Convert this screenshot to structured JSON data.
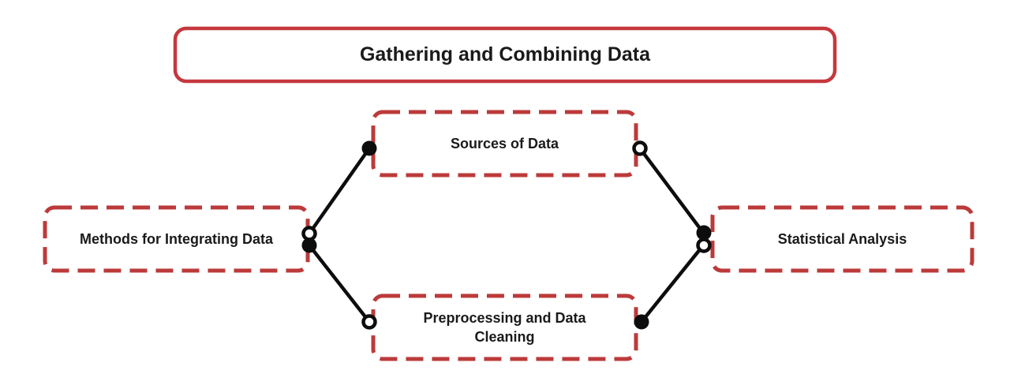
{
  "diagram": {
    "title": {
      "label": "Gathering and Combining Data"
    },
    "nodes": {
      "methods": {
        "label": "Methods for Integrating Data"
      },
      "sources": {
        "label": "Sources of Data"
      },
      "preprocessing": {
        "label": "Preprocessing and Data Cleaning"
      },
      "statistical": {
        "label": "Statistical Analysis"
      }
    },
    "edges": [
      {
        "from": "methods",
        "to": "sources",
        "start_marker": "open-circle",
        "end_marker": "filled-circle"
      },
      {
        "from": "methods",
        "to": "preprocessing",
        "start_marker": "filled-circle",
        "end_marker": "open-circle"
      },
      {
        "from": "sources",
        "to": "statistical",
        "start_marker": "open-circle",
        "end_marker": "filled-circle"
      },
      {
        "from": "preprocessing",
        "to": "statistical",
        "start_marker": "filled-circle",
        "end_marker": "open-circle"
      }
    ]
  },
  "colors": {
    "title_border": "#c5383e",
    "dashed_border": "#bc3a3a",
    "connector": "#0d0d0d",
    "text": "#1a1a1a",
    "background": "#ffffff"
  }
}
